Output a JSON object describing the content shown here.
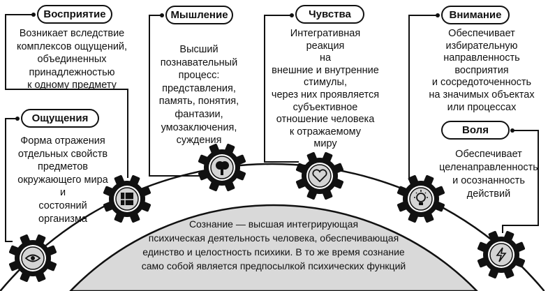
{
  "colors": {
    "ink": "#111111",
    "dome": "#d9d9d9",
    "gear_inner": "#d4d4d4"
  },
  "nodes": {
    "perception": {
      "title": "Восприятие",
      "lines": [
        "Возникает вследствие",
        "комплексов ощущений,",
        "объединенных",
        "принадлежностью",
        "к одному предмету"
      ],
      "icon": "puzzle-icon"
    },
    "sensation": {
      "title": "Ощущения",
      "lines": [
        "Форма отражения",
        "отдельных свойств",
        "предметов",
        "окружающего мира",
        "и",
        "состояний",
        "организма"
      ],
      "icon": "eye-icon"
    },
    "thinking": {
      "title": "Мышление",
      "lines": [
        "Высший",
        "познавательный",
        "процесс:",
        "представления,",
        "память, понятия,",
        "фантазии,",
        "умозаключения,",
        "суждения"
      ],
      "icon": "brain-icon"
    },
    "feelings": {
      "title": "Чувства",
      "lines": [
        "Интегративная",
        "реакция",
        "на",
        "внешние и внутренние",
        "стимулы,",
        "через них проявляется",
        "субъективное",
        "отношение человека",
        "к отражаемому",
        "миру"
      ],
      "icon": "heart-icon"
    },
    "attention": {
      "title": "Внимание",
      "lines": [
        "Обеспечивает",
        "избирательную",
        "направленность",
        "восприятия",
        "и сосредоточенность",
        "на значимых объектах",
        "или процессах"
      ],
      "icon": "lightbulb-icon"
    },
    "will": {
      "title": "Воля",
      "lines": [
        "Обеспечивает",
        "целенаправленность",
        "и осознанность",
        "действий"
      ],
      "icon": "lightning-icon"
    }
  },
  "core": {
    "lines": [
      "Сознание — высшая интегрирующая",
      "психическая деятельность человека, обеспечивающая",
      "единство и целостность психики. В то же время сознание",
      "само собой является предпосылкой психических функций"
    ]
  }
}
